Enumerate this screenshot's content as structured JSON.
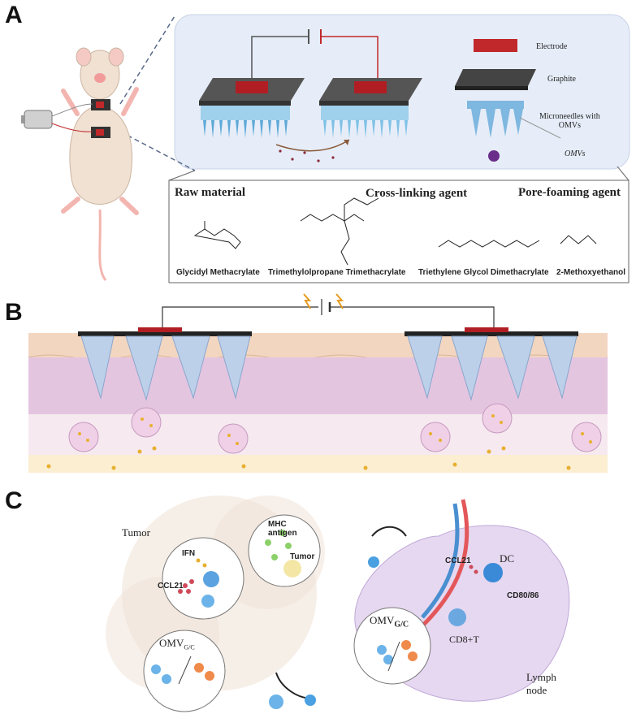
{
  "panels": {
    "a": {
      "letter": "A",
      "labels": {
        "electrode": "Electrode",
        "graphite": "Graphite",
        "microneedles": "Microneedles with\nOMVs",
        "omvs": "OMVs"
      },
      "chem": {
        "raw_material": "Raw material",
        "crosslinking": "Cross-linking agent",
        "pore_foaming": "Pore-foaming agent",
        "compounds": [
          "Glycidyl Methacrylate",
          "Trimethylolpropane Trimethacrylate",
          "Triethylene Glycol Dimethacrylate",
          "2-Methoxyethanol"
        ]
      }
    },
    "b": {
      "letter": "B"
    },
    "c": {
      "letter": "C",
      "tumor": "Tumor",
      "ifn": "IFN",
      "ccl21": "CCL21",
      "mhc_antigen": "MHC\nantigen",
      "tumor_cell": "Tumor",
      "omv_gc": "OMV",
      "omv_gc_sub": "G/C",
      "omv_gc2": "OMV",
      "omv_gc2_sub": "G/C",
      "ccl21_dc": "CCL21",
      "dc": "DC",
      "cd80": "CD80/86",
      "cd8": "CD8+T",
      "lymph": "Lymph\nnode"
    }
  },
  "colors": {
    "panel_bg": "#e8eef8",
    "electrode": "#c0282b",
    "graphite": "#555555",
    "needle": "#8fc3e6",
    "skin_top": "#f3d9c6",
    "epidermis": "#d9b8d8",
    "dermis": "#f6e6ee",
    "omv": "#6a2e8a",
    "vessel_red": "#e3575b",
    "vessel_blue": "#4a8fd0"
  }
}
